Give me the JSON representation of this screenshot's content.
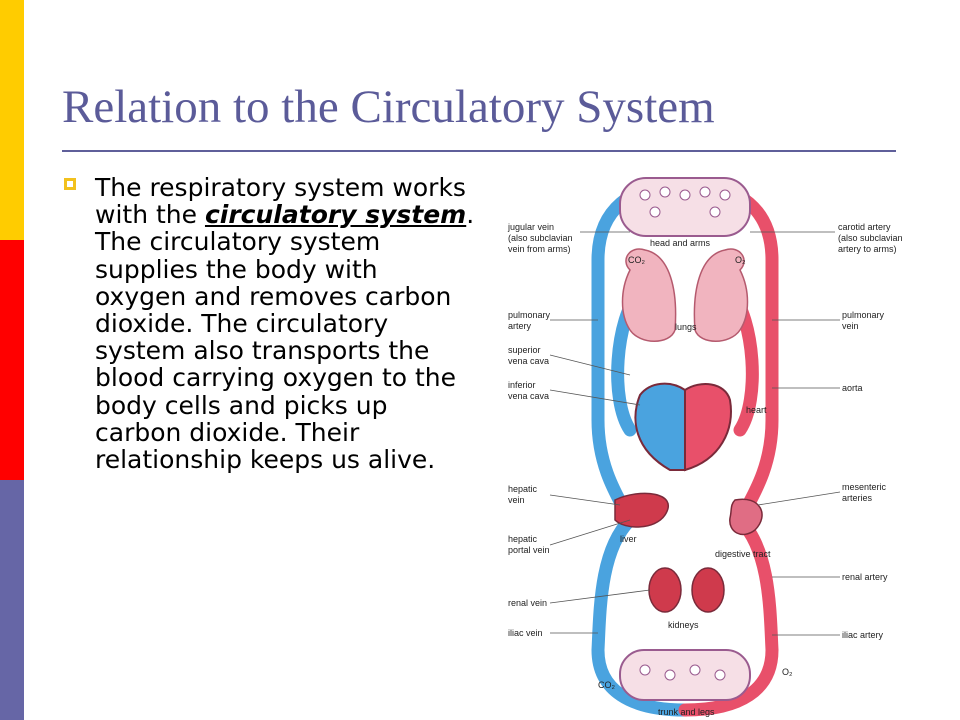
{
  "slide": {
    "title": "Relation to the Circulatory System",
    "sidebar_colors": [
      "#ffcc00",
      "#ff0000",
      "#6666a6"
    ],
    "accent_color": "#5b5b99",
    "bullet_color": "#f2c11d"
  },
  "body": {
    "text_before": "The respiratory system works with the ",
    "emphasis": "circulatory system",
    "text_after": ". The circulatory system supplies the body with oxygen and removes carbon dioxide. The circulatory system also transports the blood carrying oxygen to the body cells and picks up carbon dioxide. Their relationship keeps us alive."
  },
  "diagram": {
    "colors": {
      "deoxygenated": "#4aa3df",
      "oxygenated": "#e8506a",
      "organ": "#cf3a4c",
      "lung": "#f1b4bf"
    },
    "labels": {
      "jugular_vein": "jugular vein",
      "jugular_vein_note1": "(also subclavian",
      "jugular_vein_note2": "vein from arms)",
      "carotid_artery": "carotid artery",
      "carotid_artery_note1": "(also subclavian",
      "carotid_artery_note2": "artery to arms)",
      "head_and_arms": "head and arms",
      "co2_top": "CO₂",
      "o2_top": "O₂",
      "pulmonary_artery_1": "pulmonary",
      "pulmonary_artery_2": "artery",
      "lungs": "lungs",
      "pulmonary_vein_1": "pulmonary",
      "pulmonary_vein_2": "vein",
      "superior_vena_cava_1": "superior",
      "superior_vena_cava_2": "vena cava",
      "inferior_vena_cava_1": "inferior",
      "inferior_vena_cava_2": "vena cava",
      "aorta": "aorta",
      "heart": "heart",
      "hepatic_vein_1": "hepatic",
      "hepatic_vein_2": "vein",
      "mesenteric_arteries_1": "mesenteric",
      "mesenteric_arteries_2": "arteries",
      "hepatic_portal_vein_1": "hepatic",
      "hepatic_portal_vein_2": "portal vein",
      "liver": "liver",
      "digestive_tract": "digestive tract",
      "renal_artery": "renal artery",
      "renal_vein": "renal vein",
      "kidneys": "kidneys",
      "iliac_vein": "iliac vein",
      "iliac_artery": "iliac artery",
      "o2_bottom": "O₂",
      "co2_bottom": "CO₂",
      "trunk_and_legs": "trunk and legs"
    }
  }
}
